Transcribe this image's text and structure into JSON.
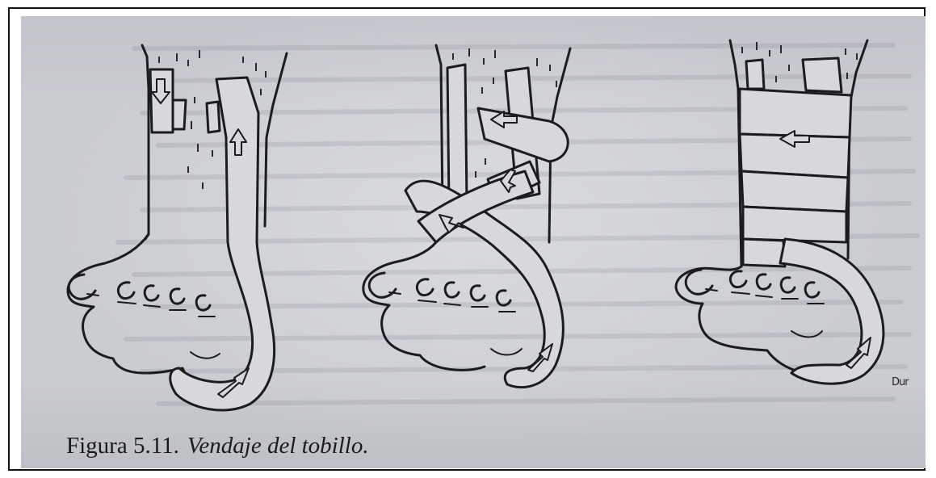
{
  "figure": {
    "label": "Figura 5.11.",
    "title": "Vendaje del tobillo.",
    "signature": "Dur",
    "panels": [
      {
        "name": "step-1"
      },
      {
        "name": "step-2"
      },
      {
        "name": "step-3"
      }
    ]
  }
}
